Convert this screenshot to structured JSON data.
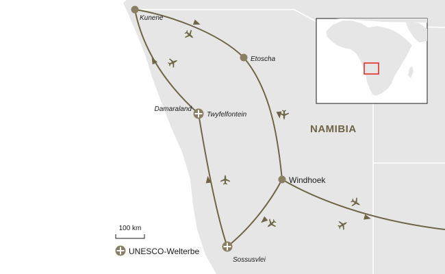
{
  "map": {
    "country_label": "NAMIBIA",
    "places": {
      "kunene": "Kunene",
      "etoscha": "Etoscha",
      "damaraland": "Damaraland",
      "twyfelfontein": "Twyfelfontein",
      "windhoek": "Windhoek",
      "sossusvlei": "Sossusvlei"
    },
    "scale_bar": {
      "label": "100 km"
    },
    "legend": {
      "unesco_label": "UNESCO-Welterbe"
    },
    "colors": {
      "land": "#e6e6e6",
      "sea": "#ffffff",
      "border": "#ffffff",
      "route": "#6e6446",
      "marker": "#8b7f63",
      "inset_highlight": "#e0301e"
    },
    "icons": [
      "plane-icon",
      "unesco-icon",
      "city-marker-icon"
    ]
  }
}
